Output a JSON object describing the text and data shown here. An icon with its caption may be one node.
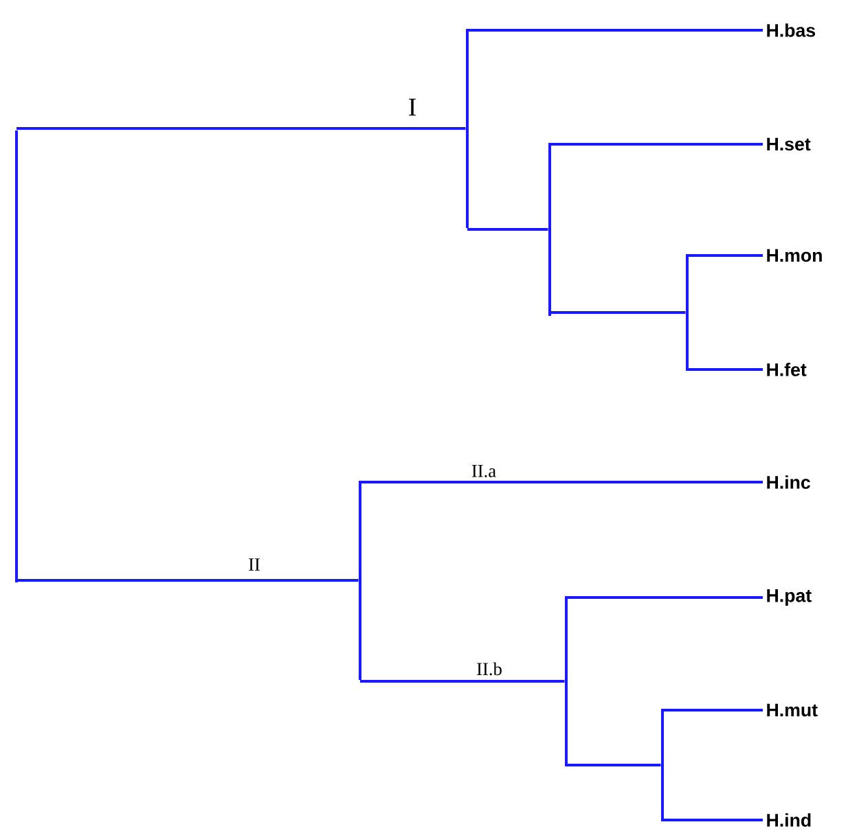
{
  "diagram": {
    "nodes": [
      {
        "text": [],
        "shape": "bar"
      },
      {
        "text": [],
        "shape": "bar"
      },
      {
        "text": [
          "H.bas"
        ]
      },
      {
        "text": [],
        "shape": "bar"
      },
      {
        "text": [
          "H.set"
        ]
      },
      {
        "text": [],
        "shape": "bar"
      },
      {
        "text": [
          "H.mon"
        ]
      },
      {
        "text": [
          "H.fet"
        ]
      },
      {
        "text": [],
        "shape": "bar"
      },
      {
        "text": [
          "H.inc"
        ]
      },
      {
        "text": [],
        "shape": "bar"
      },
      {
        "text": [
          "H.pat"
        ]
      },
      {
        "text": [],
        "shape": "bar"
      },
      {
        "text": [
          "H.mut"
        ]
      },
      {
        "text": [
          "H.ind"
        ]
      }
    ],
    "edges": [
      {
        "from": 0,
        "to": 1,
        "arrow": "none",
        "label": "I"
      },
      {
        "from": 0,
        "to": 8,
        "arrow": "none",
        "label": "II"
      },
      {
        "from": 1,
        "to": 2,
        "arrow": "none"
      },
      {
        "from": 1,
        "to": 3,
        "arrow": "none"
      },
      {
        "from": 3,
        "to": 4,
        "arrow": "none"
      },
      {
        "from": 3,
        "to": 5,
        "arrow": "none"
      },
      {
        "from": 5,
        "to": 6,
        "arrow": "none"
      },
      {
        "from": 5,
        "to": 7,
        "arrow": "none"
      },
      {
        "from": 8,
        "to": 9,
        "arrow": "none",
        "label": "II.a"
      },
      {
        "from": 8,
        "to": 10,
        "arrow": "none",
        "label": "II.b"
      },
      {
        "from": 10,
        "to": 11,
        "arrow": "none"
      },
      {
        "from": 10,
        "to": 12,
        "arrow": "none"
      },
      {
        "from": 12,
        "to": 13,
        "arrow": "none"
      },
      {
        "from": 12,
        "to": 14,
        "arrow": "none"
      }
    ]
  }
}
